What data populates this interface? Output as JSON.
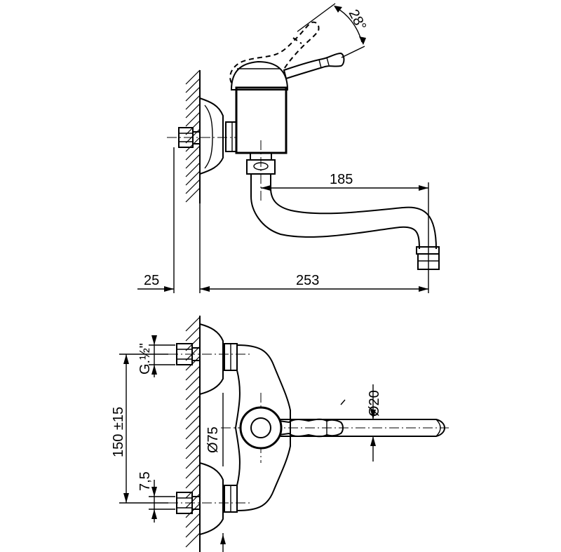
{
  "side_view": {
    "angle_label": "28°",
    "spout_reach_label": "185",
    "wall_offset_label": "25",
    "overall_length_label": "253"
  },
  "front_view": {
    "thread_label": "G.½\"",
    "center_distance_label": "150 ±15",
    "offset_label": "7,5",
    "rosette_diameter_label": "Ø75",
    "spout_diameter_label": "Ø20"
  }
}
